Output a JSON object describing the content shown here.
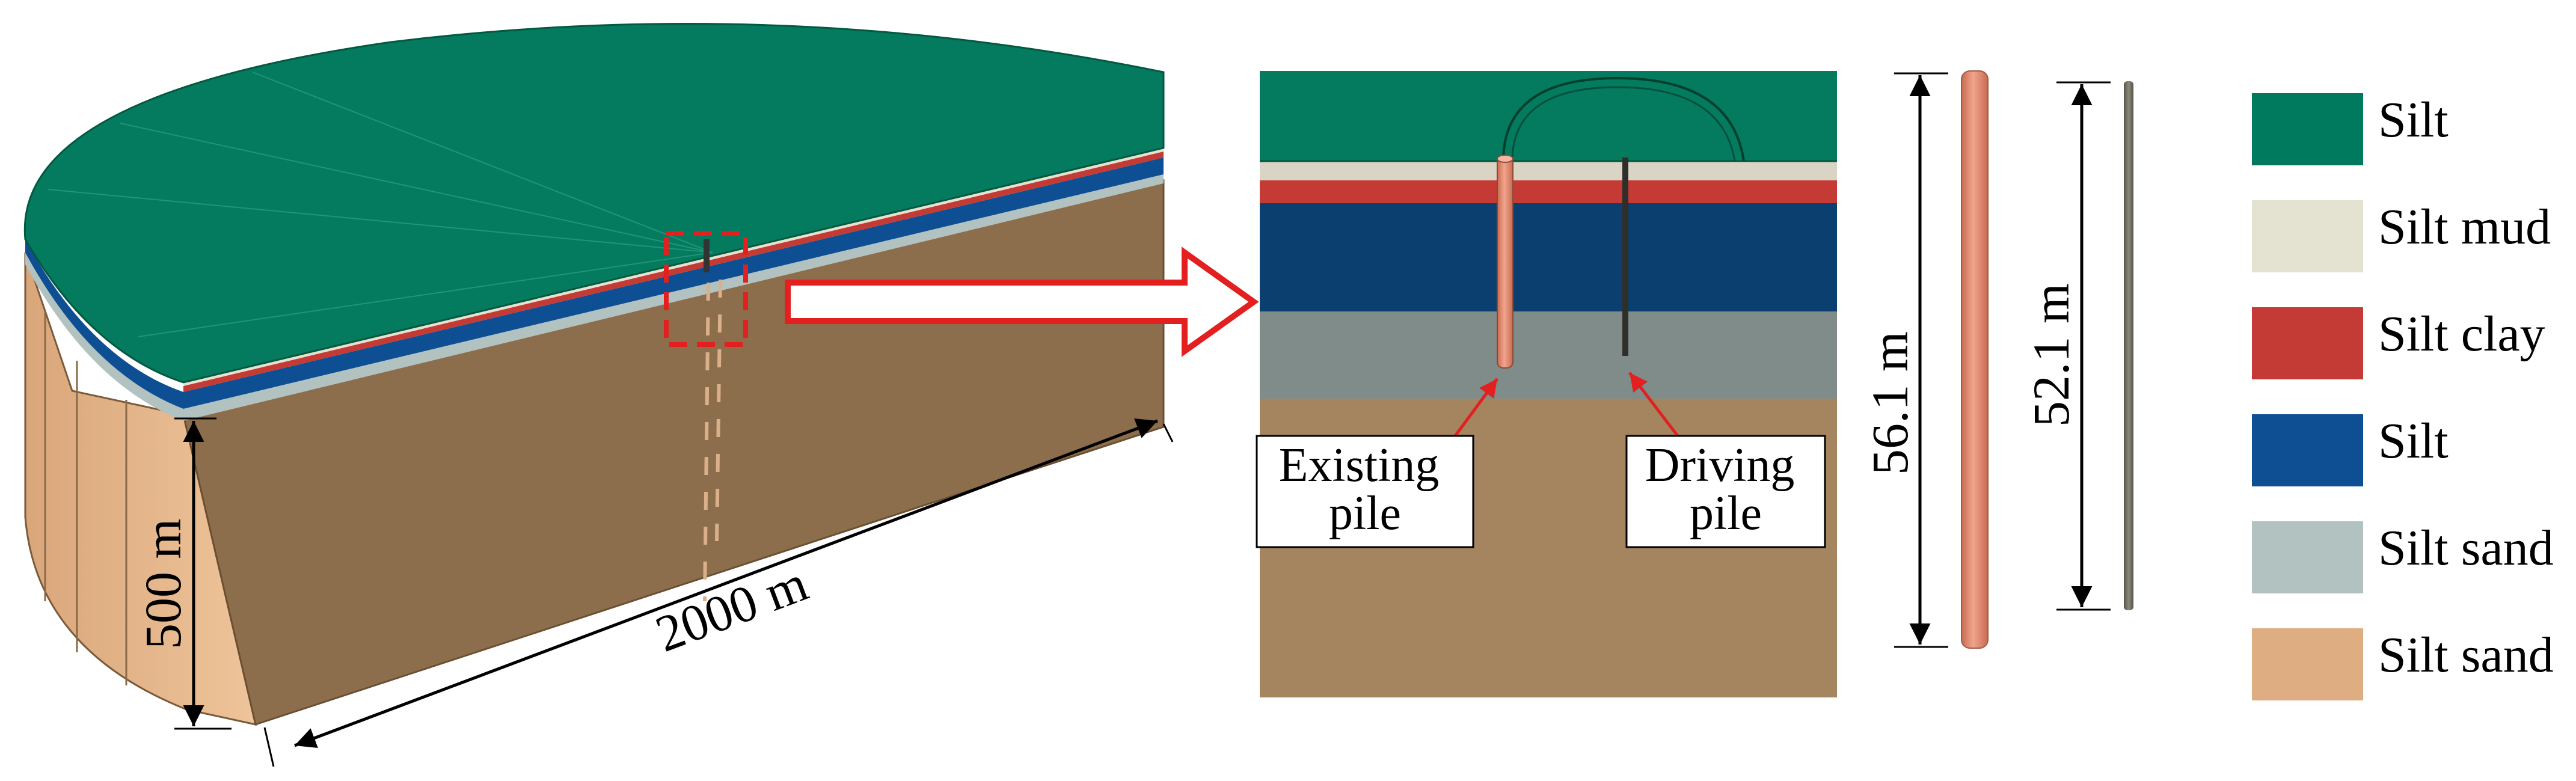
{
  "model": {
    "height_label": "500 m",
    "width_label": "2000 m"
  },
  "closeup": {
    "existing_pile_label": [
      "Existing",
      "pile"
    ],
    "driving_pile_label": [
      "Driving",
      "pile"
    ]
  },
  "piles": {
    "existing_length_label": "56.1 m",
    "driving_length_label": "52.1 m",
    "existing_color": "#d9826a",
    "driving_color": "#6e6a5a"
  },
  "legend": [
    {
      "label": "Silt",
      "color": "#007a5e"
    },
    {
      "label": "Silt mud",
      "color": "#e4e2d0"
    },
    {
      "label": "Silt clay",
      "color": "#c43a35"
    },
    {
      "label": "Silt",
      "color": "#0d4f92"
    },
    {
      "label": "Silt sand",
      "color": "#b2c2c0"
    },
    {
      "label": "Silt sand",
      "color": "#deae82"
    }
  ],
  "colors": {
    "top_green": "#047a5e",
    "front_brown": "#8d6e4c",
    "side_tan": "#e6b88b",
    "arrow_red": "#e41f1f"
  }
}
